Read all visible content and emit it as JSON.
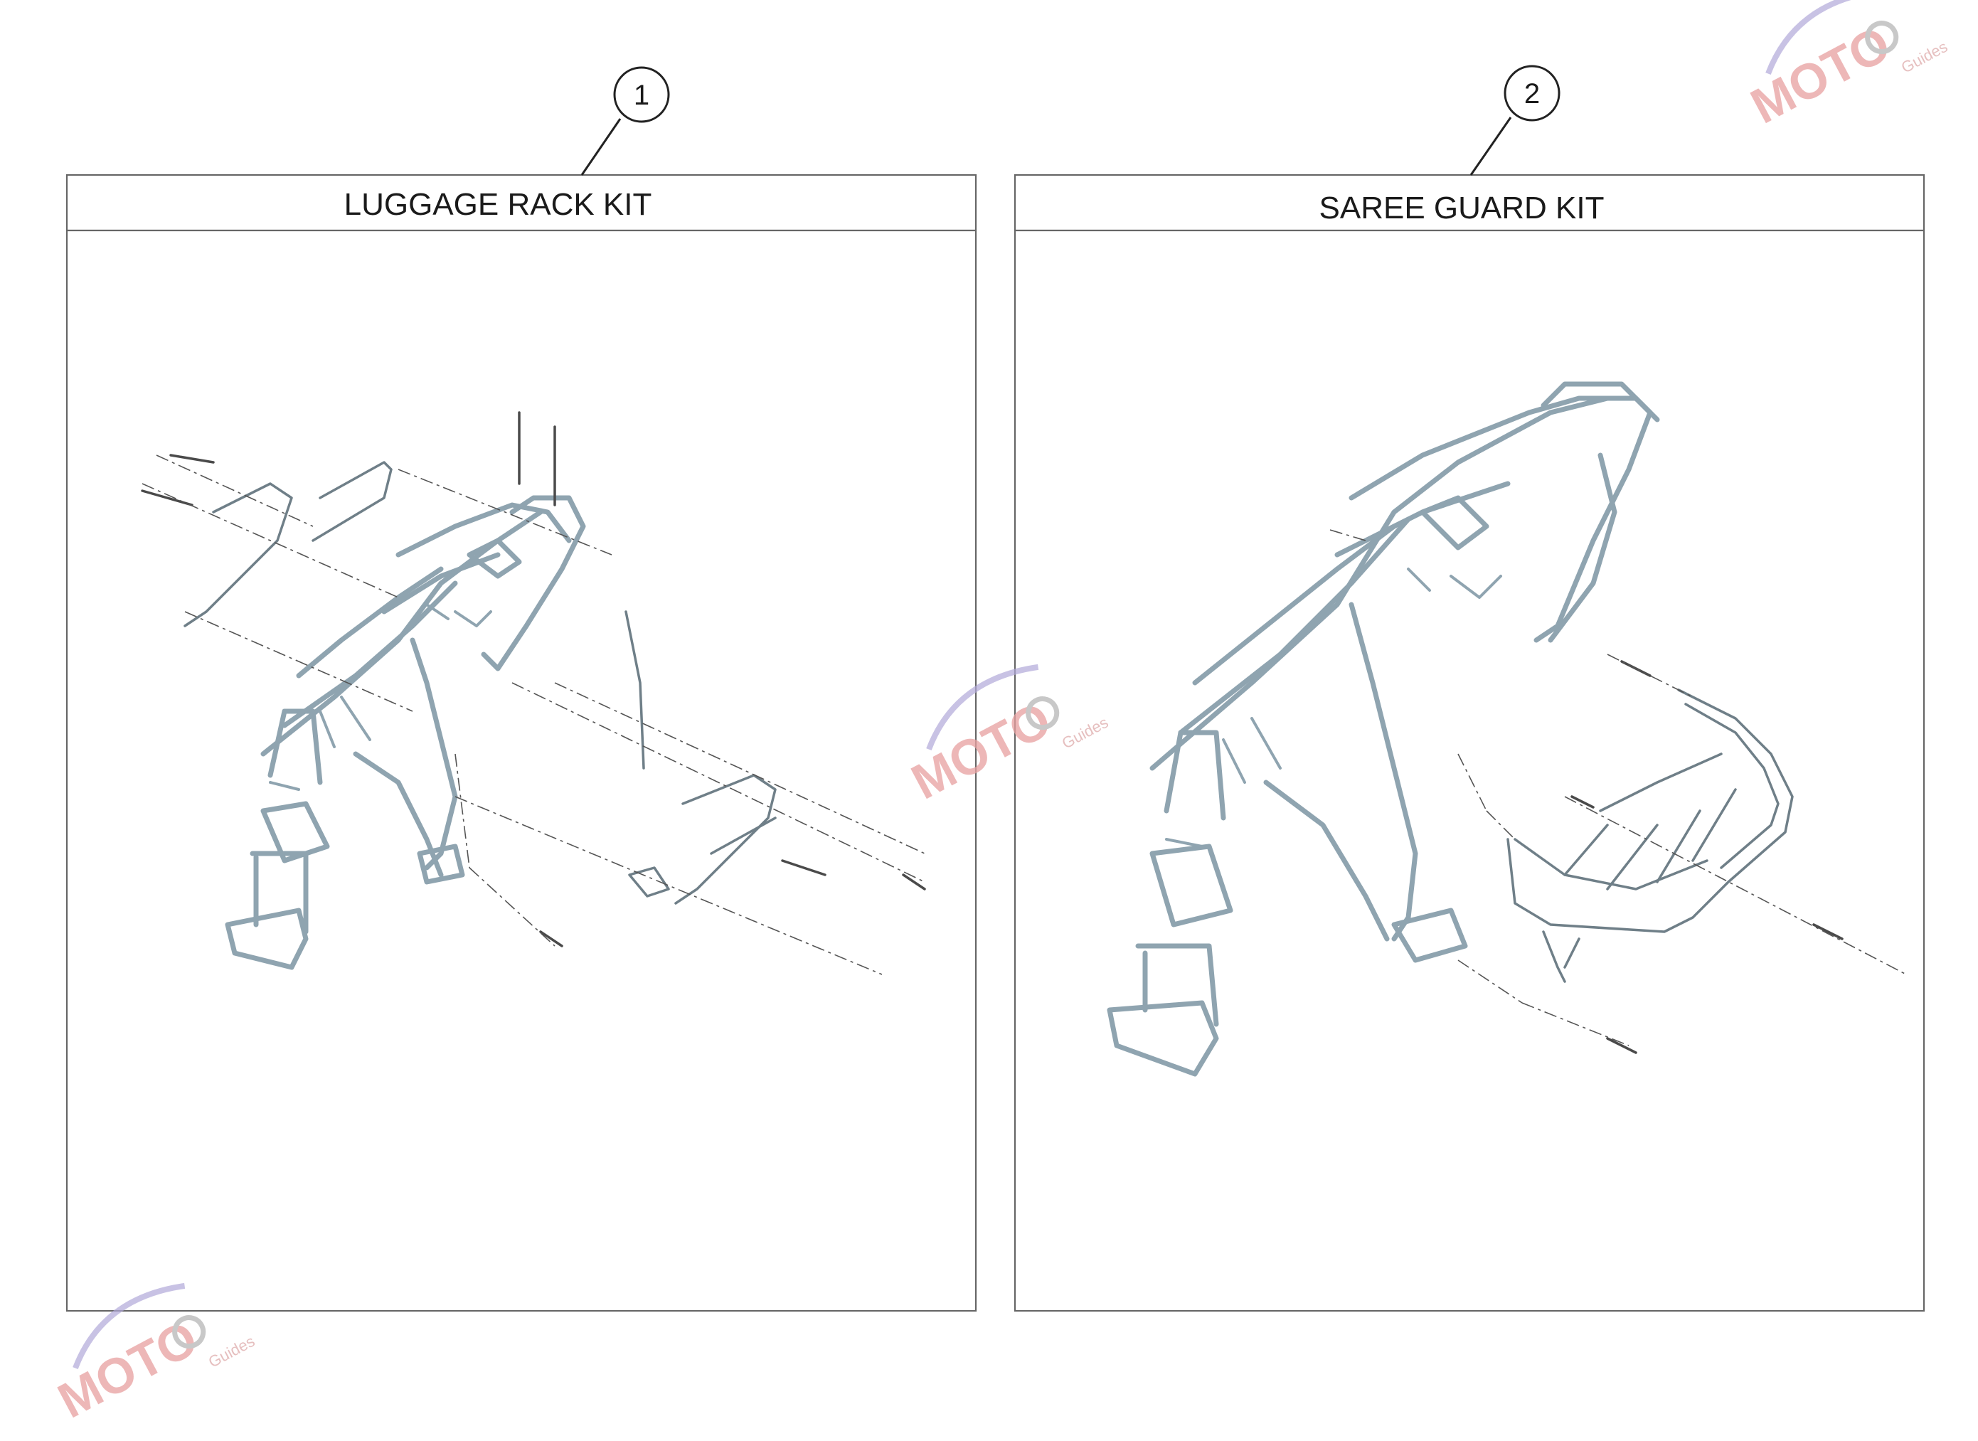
{
  "panels": [
    {
      "callout": "1",
      "title": "LUGGAGE RACK KIT"
    },
    {
      "callout": "2",
      "title": "SAREE GUARD KIT"
    }
  ],
  "watermark": {
    "text": "MOTO",
    "subtext": "Guides"
  },
  "colors": {
    "frame": "#8fa4b0",
    "border": "#666666",
    "watermark": "#e8a0a0"
  }
}
